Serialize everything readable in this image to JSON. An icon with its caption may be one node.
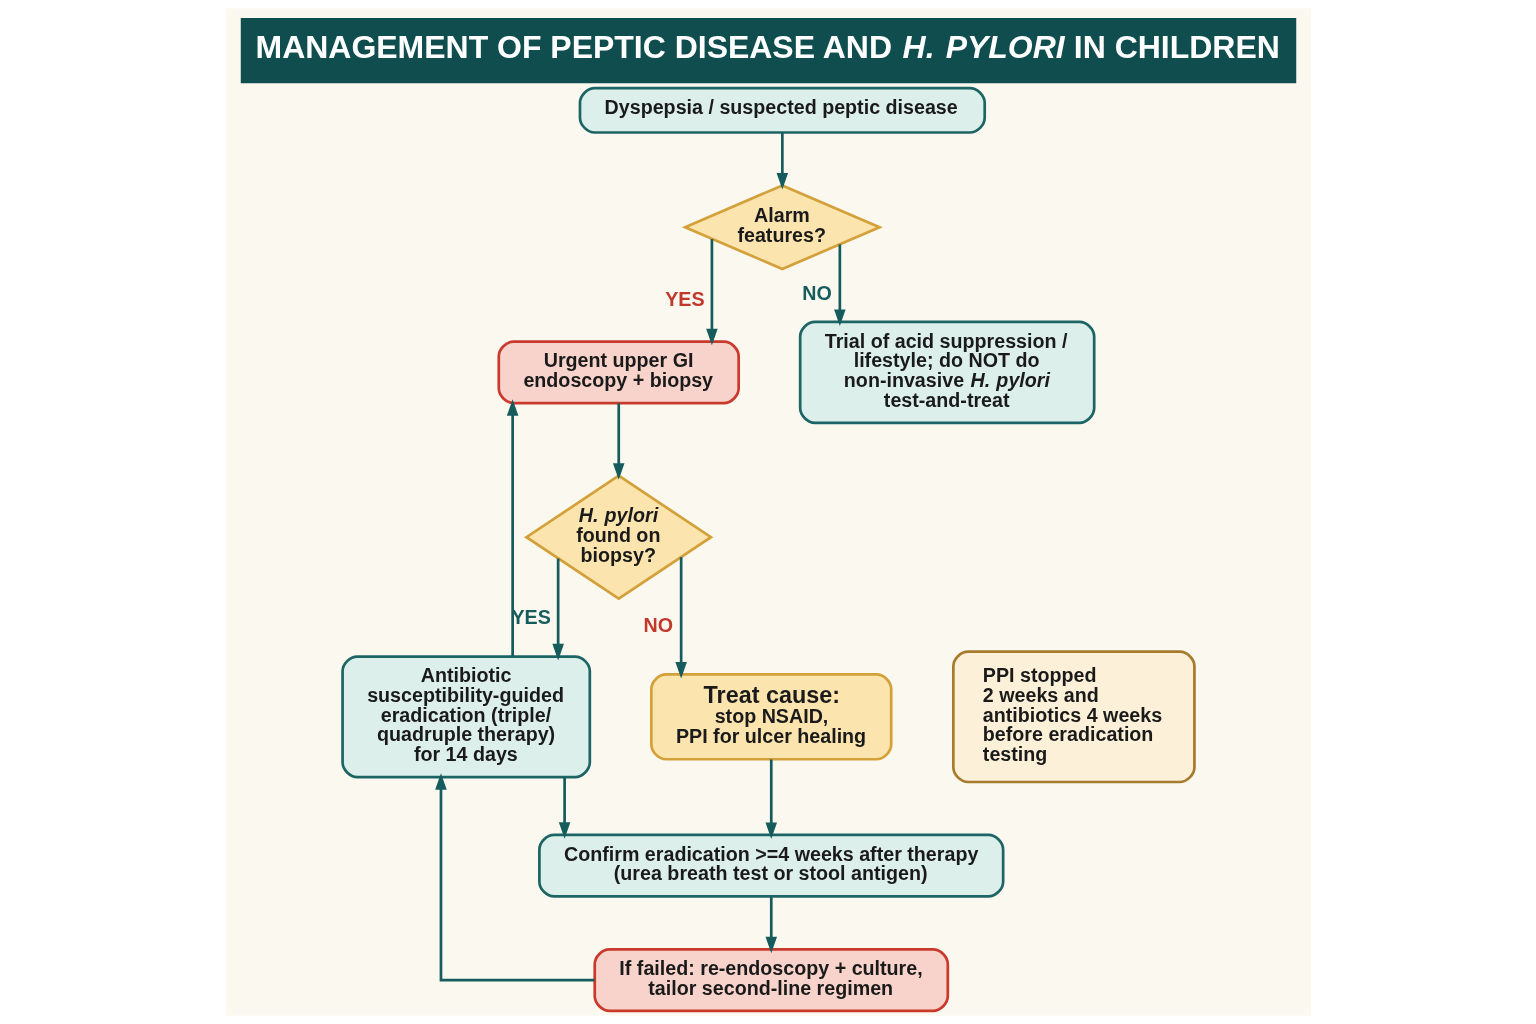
{
  "diagram": {
    "title": "MANAGEMENT OF PEPTIC DISEASE AND *H. PYLORI* IN CHILDREN",
    "nodes": [
      {
        "text": [
          "Dyspepsia / suspected peptic disease"
        ]
      },
      {
        "text": [
          "Alarm features?"
        ]
      },
      {
        "text": [
          "Urgent upper GI endoscopy + biopsy"
        ]
      },
      {
        "text": [
          "Trial of acid suppression / lifestyle; do NOT do non-invasive *H. pylori* test-and-treat"
        ]
      },
      {
        "text": [
          "*H. pylori* found on biopsy?"
        ]
      },
      {
        "text": [
          "Antibiotic susceptibility-guided eradication (triple/ quadruple therapy) for 14 days"
        ]
      },
      {
        "text": [
          "Treat cause:",
          "stop NSAID, PPI for ulcer healing"
        ]
      },
      {
        "text": [
          "Confirm eradication >=4 weeks after therapy (urea breath test or stool antigen)"
        ]
      },
      {
        "text": [
          "If failed: re-endoscopy + culture, tailor second-line regimen"
        ]
      },
      {
        "text": [
          "PPI stopped 2 weeks and antibiotics 4 weeks before eradication testing"
        ]
      }
    ],
    "edges": [
      {
        "from": 0,
        "to": 1,
        "arrow": "to"
      },
      {
        "from": 1,
        "to": 2,
        "arrow": "to",
        "label": "YES"
      },
      {
        "from": 1,
        "to": 3,
        "arrow": "to",
        "label": "NO"
      },
      {
        "from": 2,
        "to": 4,
        "arrow": "to"
      },
      {
        "from": 4,
        "to": 5,
        "arrow": "to",
        "label": "YES"
      },
      {
        "from": 4,
        "to": 6,
        "arrow": "to",
        "label": "NO"
      },
      {
        "from": 5,
        "to": 7,
        "arrow": "to"
      },
      {
        "from": 6,
        "to": 7,
        "arrow": "to"
      },
      {
        "from": 7,
        "to": 8,
        "arrow": "to"
      },
      {
        "from": 8,
        "to": 5,
        "arrow": "to"
      },
      {
        "from": 5,
        "to": 2,
        "arrow": "to"
      }
    ]
  }
}
